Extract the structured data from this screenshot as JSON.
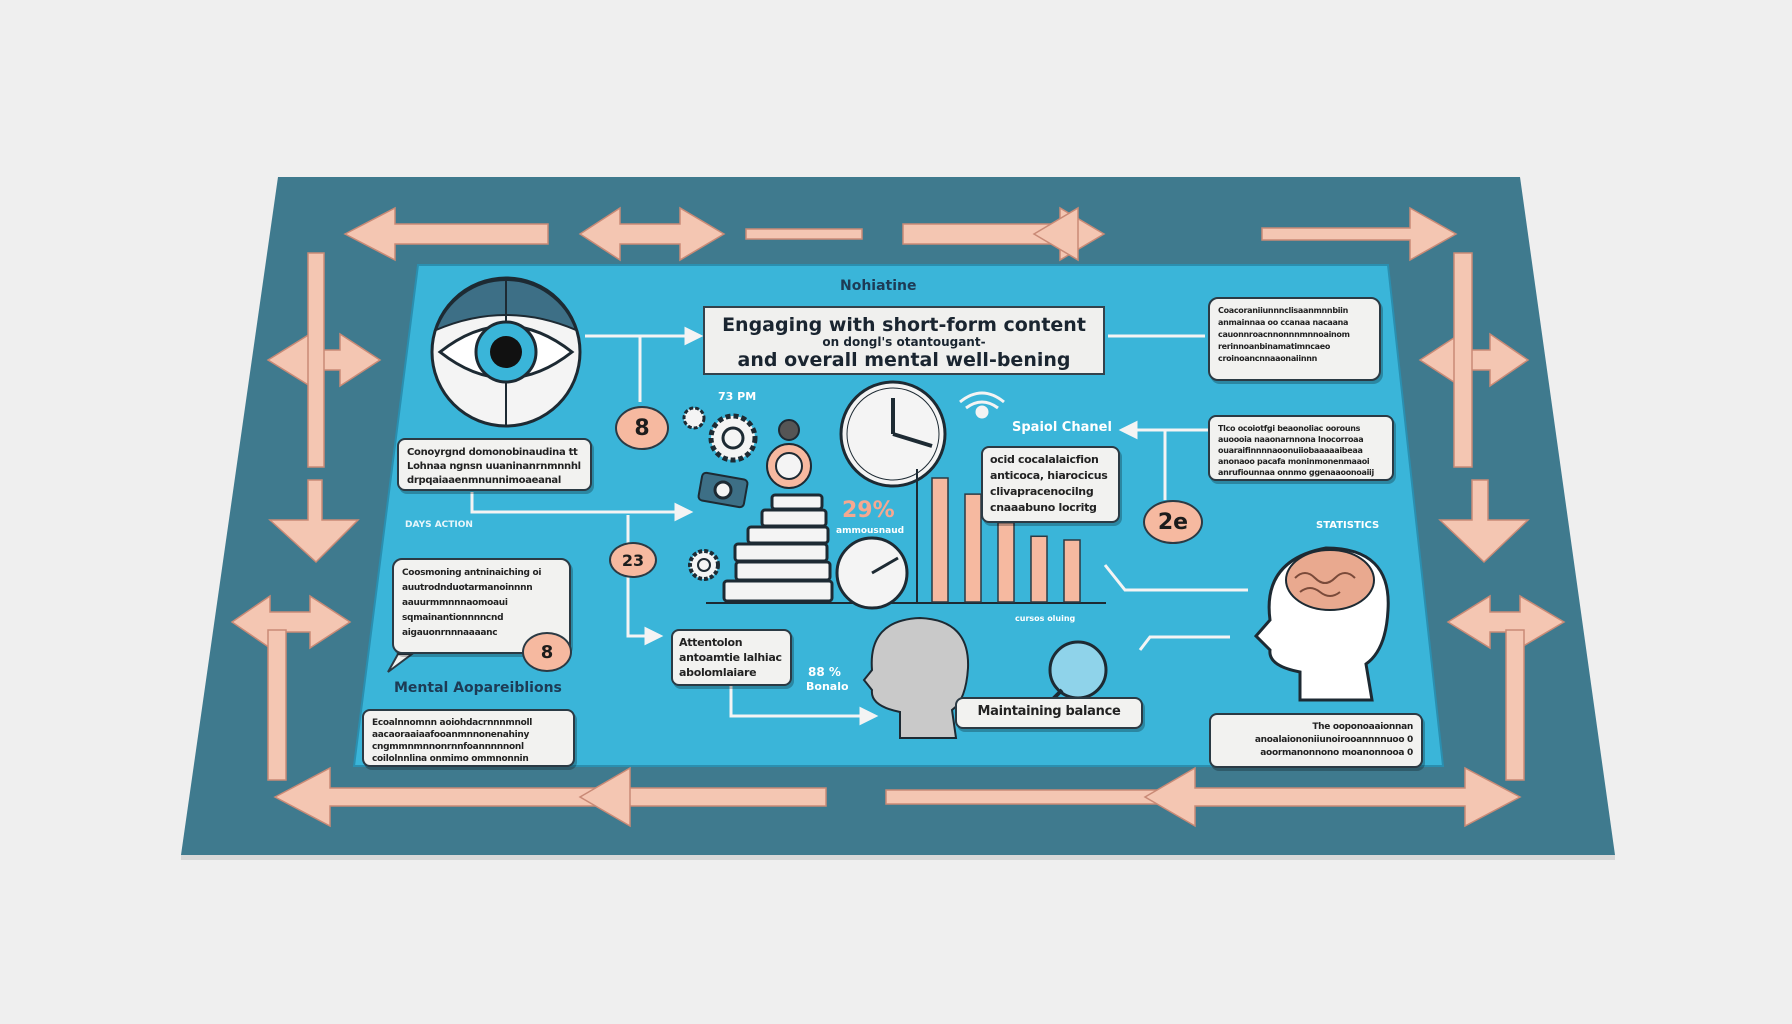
{
  "header": {
    "kicker": "Nohiatine",
    "title_line1": "Engaging with short-form content",
    "title_line2": "on dongl's otantougant-",
    "title_line3": "and overall mental well-bening"
  },
  "badges": [
    "8",
    "23",
    "8",
    "2e"
  ],
  "labels": {
    "time": "73 PM",
    "daily": "DAYS ACTION",
    "mental": "Mental Aopareiblions",
    "percent": "29%",
    "percent_caption": "ammousnaud",
    "bonus_value": "88 %",
    "bonus_caption": "Bonalo",
    "spatial": "Spaiol Chanel",
    "statistics": "STATISTICS",
    "balance": "Maintaining balance",
    "device": "cursos oluing"
  },
  "boxes": {
    "left_top": [
      "Conoyrgnd domonobinaudina tt",
      "Lohnaa ngnsn uuaninanrnmnnhl",
      "drpqaiaaenmnunnimoaeanal"
    ],
    "left_speech": [
      "Coosmoning antninaiching oi",
      "auutrodnduotarmanoinnnn",
      "aauurmmnnnaomoaui",
      "sqmainantionnnncnd",
      "aigauonrnnnaaaanc"
    ],
    "left_bottom": [
      "Ecoalnnomnn aoiohdacrnnnmnoll",
      "aacaoraaiaafooanmnnonenahiny",
      "cngmmnmnnonrnnfoannnnnonl",
      "coilolnnlina onmimo ommnonnin"
    ],
    "middle": [
      "Attentolon",
      "antoamtie lalhiac",
      "abolomlaiare"
    ],
    "spatial_box": [
      "ocid cocalalaicfion",
      "anticoca, hiarocicus",
      "clivapracenocilng",
      "cnaaabuno locritg"
    ],
    "right_speech": [
      "Coacoraniiunnnclisaanmnnbiin",
      "anmainnaa oo ccanaa nacaana",
      "cauonnroacnnonnnmnnoainom",
      "rerinnoanbinamatimncaeo",
      "croinoancnnaaonaiinnn"
    ],
    "right_mid": [
      "Tlco ocoiotfgi beaonoliac oorouns",
      "auoooia naaonarnnona lnocorroaa",
      "ouaraifinnnnaoonuiiobaaaaaibeaa",
      "anonaoo pacafa moninmonenmaaoi",
      "anrufiounnaa onnmo ggenaaoonoaiij"
    ],
    "right_bottom": [
      "The ooponoaaionnan",
      "anoalaiononiiunoirooannnnuoo 0",
      "aoormanonnono moanonnooa 0"
    ]
  },
  "chart_data": {
    "type": "bar",
    "values": [
      1.0,
      0.87,
      0.64,
      0.53,
      0.5
    ]
  },
  "colors": {
    "background": "#efefef",
    "board": "#3f7a8e",
    "panel": "#3ab5d9",
    "accent": "#f6b9a0",
    "arrow": "#f4c6b2",
    "ink": "#2b3a44"
  }
}
